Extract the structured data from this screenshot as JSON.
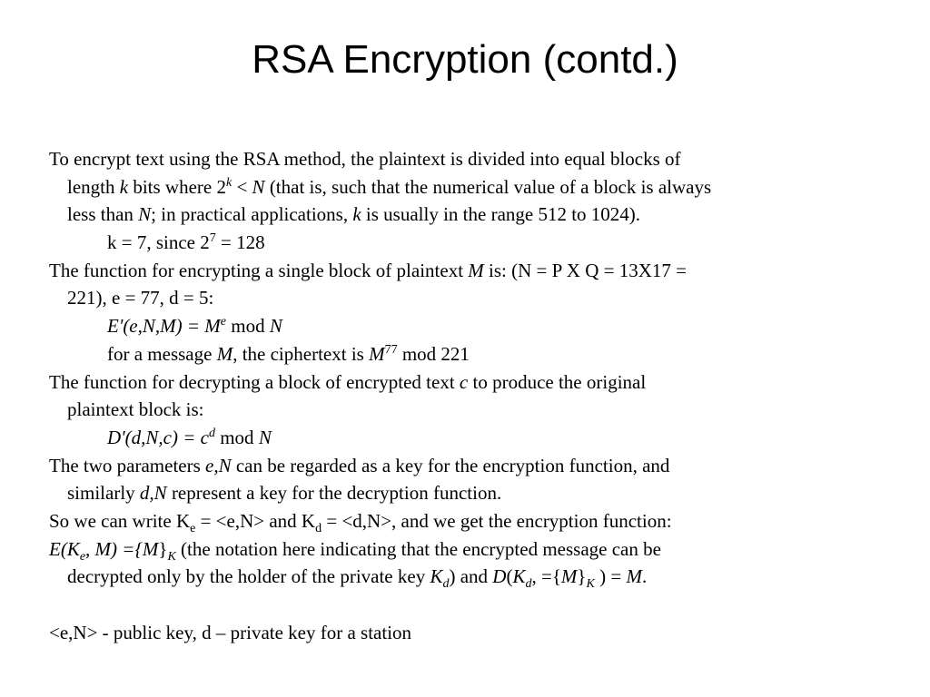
{
  "title": "RSA Encryption (contd.)",
  "p1": {
    "l1": "To encrypt text using the RSA method, the plaintext is divided into equal blocks of",
    "l2_a": "length ",
    "l2_k": "k",
    "l2_b": " bits where 2",
    "l2_sup": "k",
    "l2_c": " < ",
    "l2_N": "N",
    "l2_d": " (that is, such that the numerical value of a block is always",
    "l3_a": "less than ",
    "l3_N": "N",
    "l3_b": "; in practical applications, ",
    "l3_k": "k",
    "l3_c": " is usually in the range 512 to 1024).",
    "l4_a": "k = 7, since 2",
    "l4_sup": "7",
    "l4_b": " = 128"
  },
  "p2": {
    "l1_a": "The function for encrypting a single block of plaintext ",
    "l1_M": "M",
    "l1_b": " is: (N = P X Q = 13X17 =",
    "l2": "221), e = 77, d = 5:",
    "l3_a": "E'(e,N,M) = M",
    "l3_sup": "e",
    "l3_b": " mod ",
    "l3_N": "N",
    "l4_a": "for a message ",
    "l4_M": "M",
    "l4_b": ", the ciphertext is ",
    "l4_M2": "M",
    "l4_sup": "77",
    "l4_c": " mod 221"
  },
  "p3": {
    "l1_a": "The function for decrypting a block of encrypted text ",
    "l1_c": "c",
    "l1_b": " to produce the original",
    "l2": "plaintext block is:",
    "l3_a": "D'(d,N,c) = c",
    "l3_sup": "d",
    "l3_b": " mod ",
    "l3_N": "N"
  },
  "p4": {
    "l1_a": "The two parameters ",
    "l1_eN": "e,N",
    "l1_b": " can be regarded as a key for the encryption function, and",
    "l2_a": "similarly ",
    "l2_dN": "d,N",
    "l2_b": " represent a key for the decryption function."
  },
  "p5": {
    "l1_a": "So we can write K",
    "l1_sub1": "e",
    "l1_b": " = <e,N> and K",
    "l1_sub2": "d",
    "l1_c": " = <d,N>, and we get the encryption function:"
  },
  "p6": {
    "l1_a": "E(K",
    "l1_sub1": "e",
    "l1_b": ", M) ={",
    "l1_M": "M",
    "l1_c": "}",
    "l1_sub2": "K",
    "l1_d": " (the notation here indicating that the encrypted message can be",
    "l2_a": "decrypted only by the holder of the private key ",
    "l2_K": "K",
    "l2_sub1": "d",
    "l2_b": ") and ",
    "l2_D": "D",
    "l2_c": "(",
    "l2_K2": "K",
    "l2_sub2": "d",
    "l2_d": ", ={",
    "l2_M": "M",
    "l2_e": "}",
    "l2_sub3": "K",
    "l2_f": " ) = ",
    "l2_M2": "M",
    "l2_g": "."
  },
  "p7": "<e,N> - public key, d – private key for a station"
}
